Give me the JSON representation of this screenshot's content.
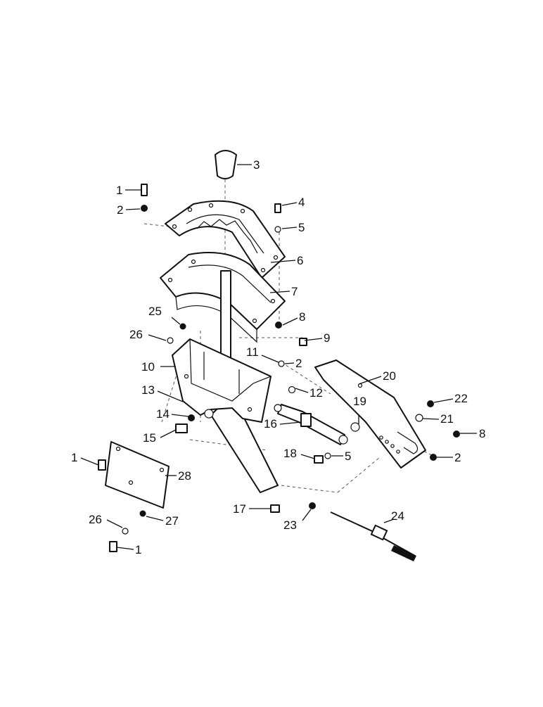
{
  "callouts": [
    {
      "n": "1"
    },
    {
      "n": "2"
    },
    {
      "n": "3"
    },
    {
      "n": "4"
    },
    {
      "n": "5"
    },
    {
      "n": "6"
    },
    {
      "n": "7"
    },
    {
      "n": "8"
    },
    {
      "n": "25"
    },
    {
      "n": "26"
    },
    {
      "n": "9"
    },
    {
      "n": "11"
    },
    {
      "n": "2"
    },
    {
      "n": "10"
    },
    {
      "n": "20"
    },
    {
      "n": "13"
    },
    {
      "n": "12"
    },
    {
      "n": "19"
    },
    {
      "n": "22"
    },
    {
      "n": "14"
    },
    {
      "n": "21"
    },
    {
      "n": "16"
    },
    {
      "n": "8"
    },
    {
      "n": "15"
    },
    {
      "n": "1"
    },
    {
      "n": "18"
    },
    {
      "n": "5"
    },
    {
      "n": "2"
    },
    {
      "n": "28"
    },
    {
      "n": "17"
    },
    {
      "n": "24"
    },
    {
      "n": "26"
    },
    {
      "n": "27"
    },
    {
      "n": "23"
    },
    {
      "n": "1"
    }
  ]
}
